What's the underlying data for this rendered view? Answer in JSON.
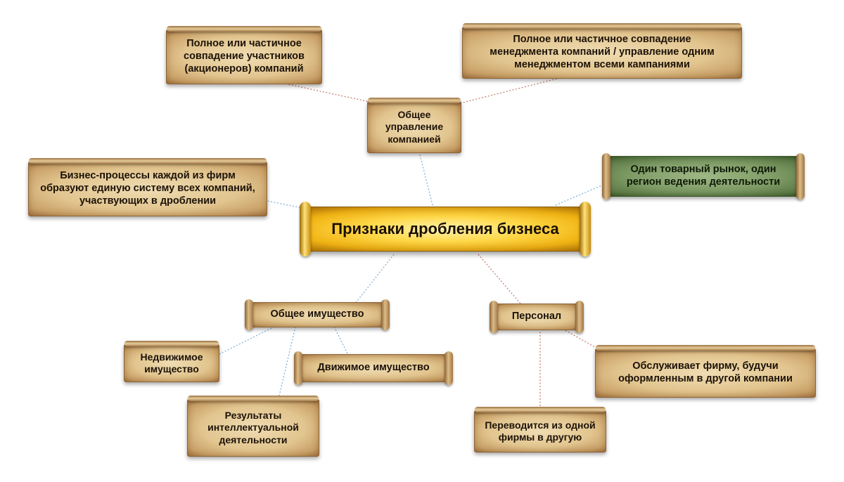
{
  "diagram": {
    "center": "Признаки дробления бизнеса",
    "general_management": "Общее управление компанией",
    "shareholders_overlap": "Полное или частичное совпадение участников (акционеров) компаний",
    "management_overlap": "Полное или частичное совпадение менеджмента компаний / управление одним менеджментом всеми кампаниями",
    "business_processes": "Бизнес-процессы каждой из фирм образуют единую систему всех компаний, участвующих в дроблении",
    "single_market": "Один товарный рынок, один регион ведения деятельности",
    "common_property": "Общее имущество",
    "real_estate": "Недвижимое имущество",
    "movable_property": "Движимое имущество",
    "intellectual_results": "Результаты интеллектуальной деятельности",
    "personnel": "Персонал",
    "serves_other_company": "Обслуживает фирму, будучи оформленным в другой компании",
    "transferred": "Переводится из одной фирмы в другую"
  },
  "colors": {
    "parchment": "#e2c58f",
    "central_gold": "#ffd94a",
    "green_scroll": "#7d9a64",
    "link_blue": "#8fb7d9",
    "link_red": "#c98a7c"
  }
}
